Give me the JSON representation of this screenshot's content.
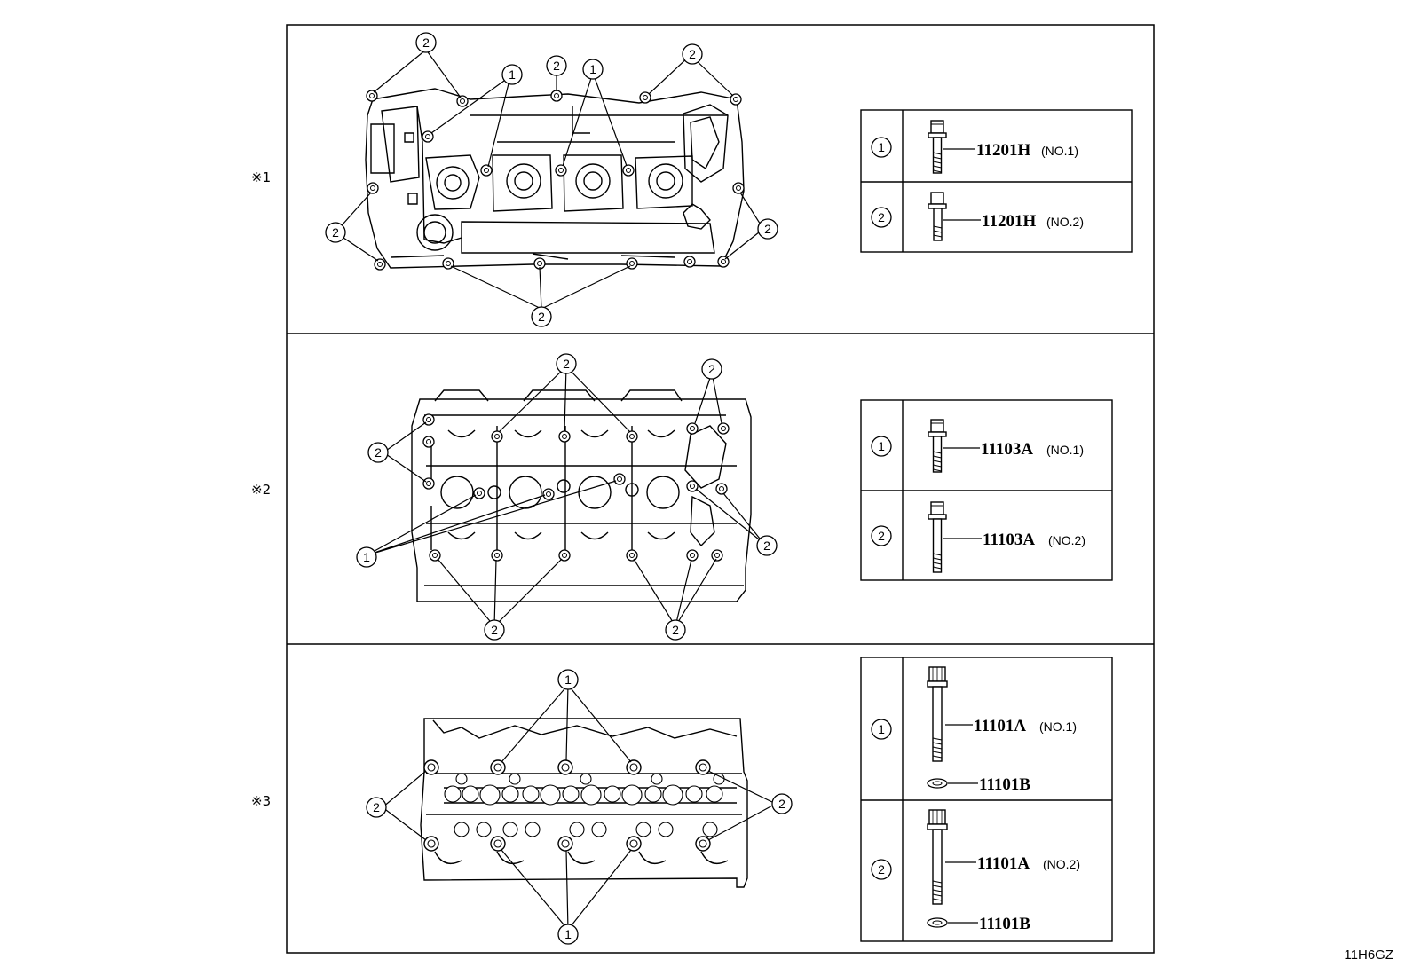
{
  "sections": [
    {
      "mark": "※1",
      "legend": [
        {
          "callout": "1",
          "part_number": "11201H",
          "note": "(NO.1)"
        },
        {
          "callout": "2",
          "part_number": "11201H",
          "note": "(NO.2)"
        }
      ]
    },
    {
      "mark": "※2",
      "legend": [
        {
          "callout": "1",
          "part_number": "11103A",
          "note": "(NO.1)"
        },
        {
          "callout": "2",
          "part_number": "11103A",
          "note": "(NO.2)"
        }
      ]
    },
    {
      "mark": "※3",
      "legend": [
        {
          "callout": "1",
          "part_number": "11101A",
          "note": "(NO.1)",
          "washer": "11101B"
        },
        {
          "callout": "2",
          "part_number": "11101A",
          "note": "(NO.2)",
          "washer": "11101B"
        }
      ]
    }
  ],
  "callout_labels": {
    "one": "1",
    "two": "2"
  },
  "diagram_id": "11H6GZ"
}
